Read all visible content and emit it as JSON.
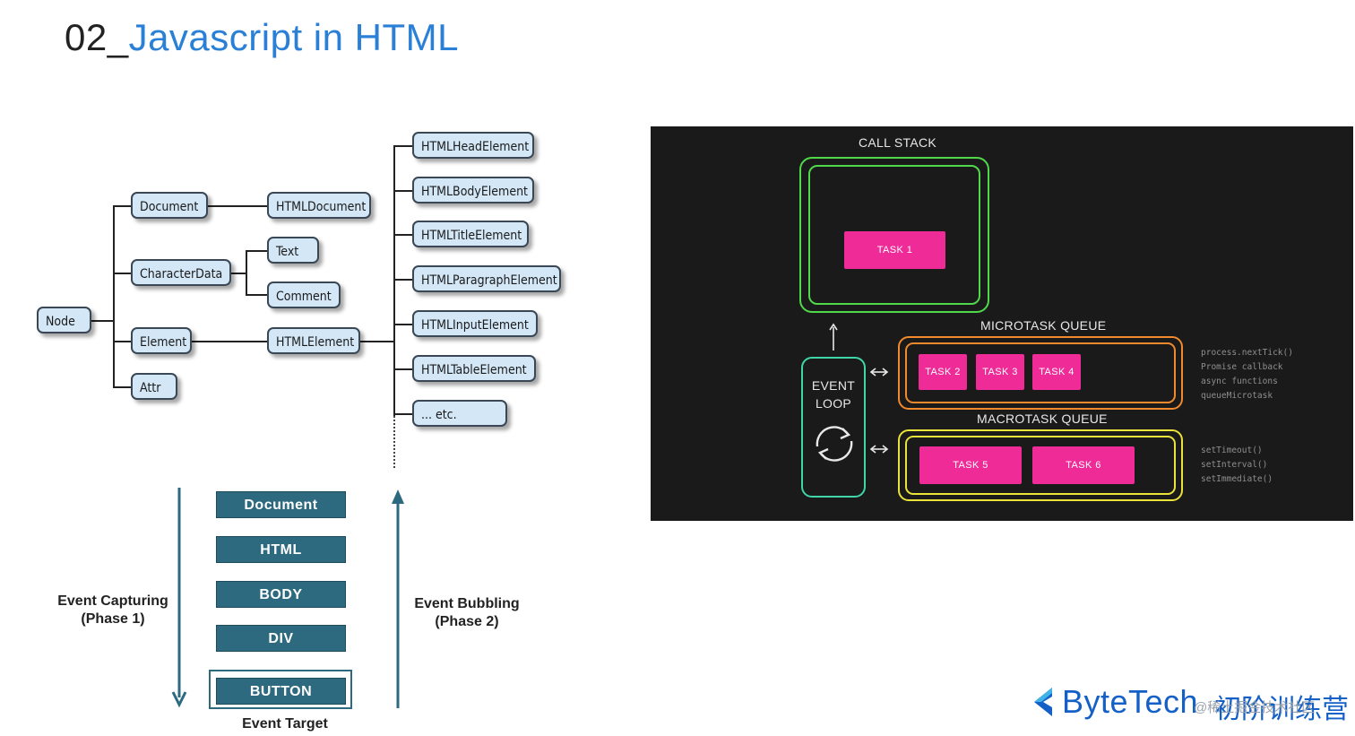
{
  "title": {
    "number": "02_",
    "text": "Javascript in HTML"
  },
  "dom_tree": {
    "nodes": {
      "node": "Node",
      "document": "Document",
      "characterdata": "CharacterData",
      "element": "Element",
      "attr": "Attr",
      "htmldocument": "HTMLDocument",
      "text": "Text",
      "comment": "Comment",
      "htmlelement": "HTMLElement",
      "htmlhead": "HTMLHeadElement",
      "htmlbody": "HTMLBodyElement",
      "htmltitle": "HTMLTitleElement",
      "htmlparagraph": "HTMLParagraphElement",
      "htmlinput": "HTMLInputElement",
      "htmltable": "HTMLTableElement",
      "etc": "... etc."
    }
  },
  "event_flow": {
    "layers": [
      "Document",
      "HTML",
      "BODY",
      "DIV",
      "BUTTON"
    ],
    "capturing_label_1": "Event Capturing",
    "capturing_label_2": "(Phase 1)",
    "bubbling_label_1": "Event Bubbling",
    "bubbling_label_2": "(Phase 2)",
    "target_label": "Event Target"
  },
  "event_loop": {
    "call_stack": "CALL STACK",
    "microtask_queue": "MICROTASK QUEUE",
    "macrotask_queue": "MACROTASK QUEUE",
    "event_loop_1": "EVENT",
    "event_loop_2": "LOOP",
    "tasks": {
      "t1": "TASK 1",
      "t2": "TASK 2",
      "t3": "TASK 3",
      "t4": "TASK 4",
      "t5": "TASK 5",
      "t6": "TASK 6"
    },
    "micro_apis": [
      "process.nextTick()",
      "Promise callback",
      "async functions",
      "queueMicrotask"
    ],
    "macro_apis": [
      "setTimeout()",
      "setInterval()",
      "setImmediate()"
    ],
    "colors": {
      "stack_green": "#4fd84a",
      "micro_orange": "#f08a2c",
      "macro_yellow": "#e9e33a",
      "loop_teal": "#3fd6a8",
      "task_pink": "#ee2b97"
    }
  },
  "brand": {
    "name": "ByteTech",
    "cn": "初阶训练营",
    "watermark": "@稀土掘金技术社区"
  }
}
